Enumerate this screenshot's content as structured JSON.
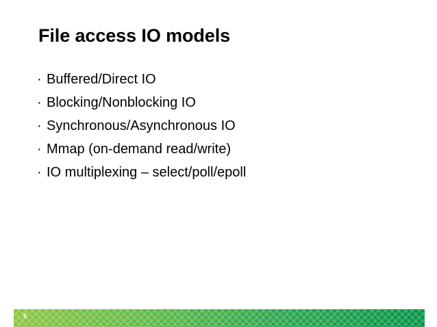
{
  "slide": {
    "title": "File access IO models",
    "background_color": "#ffffff",
    "text_color": "#000000",
    "bullet_marker": "·",
    "bullets": [
      {
        "text": "Buffered/Direct IO"
      },
      {
        "text": "Blocking/Nonblocking IO"
      },
      {
        "text": "Synchronous/Asynchronous IO"
      },
      {
        "text": "Mmap (on-demand read/write)"
      },
      {
        "text": "IO multiplexing – select/poll/epoll"
      }
    ],
    "footer": {
      "page_number": "5",
      "gradient_start_color": "#8CC63F",
      "gradient_end_color": "#009245",
      "page_number_color": "#ffffff"
    }
  }
}
